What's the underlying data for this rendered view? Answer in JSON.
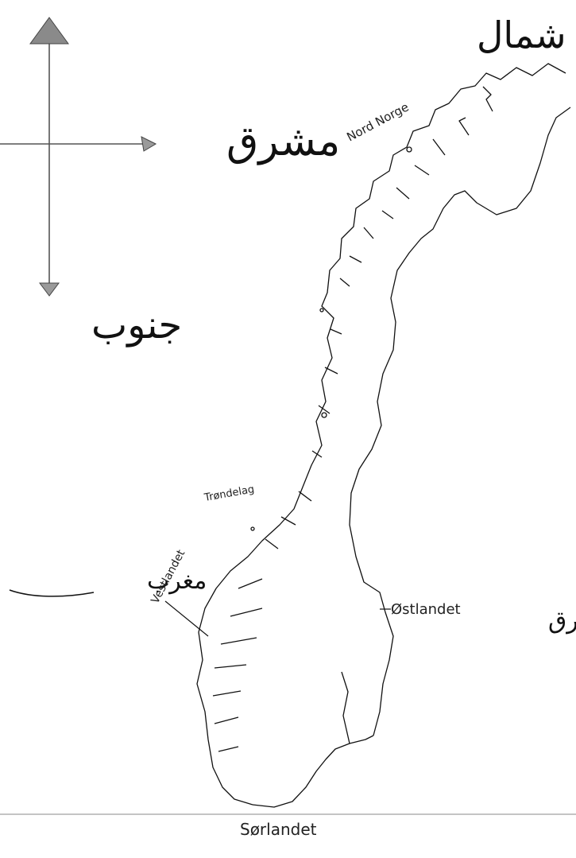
{
  "labels": {
    "north_urdu": "شمال",
    "east_urdu": "مشرق",
    "south_urdu": "جنوب",
    "west_urdu": "مغرب",
    "east_urdu_2": "مشرق",
    "nord_norge": "Nord Norge",
    "trondelag": "Trøndelag",
    "vestlandet": "Vestlandet",
    "ostlandet": "Østlandet",
    "sorlandet": "Sørlandet"
  },
  "colors": {
    "ink": "#111111",
    "arrow_fill": "#8a8a8a"
  }
}
